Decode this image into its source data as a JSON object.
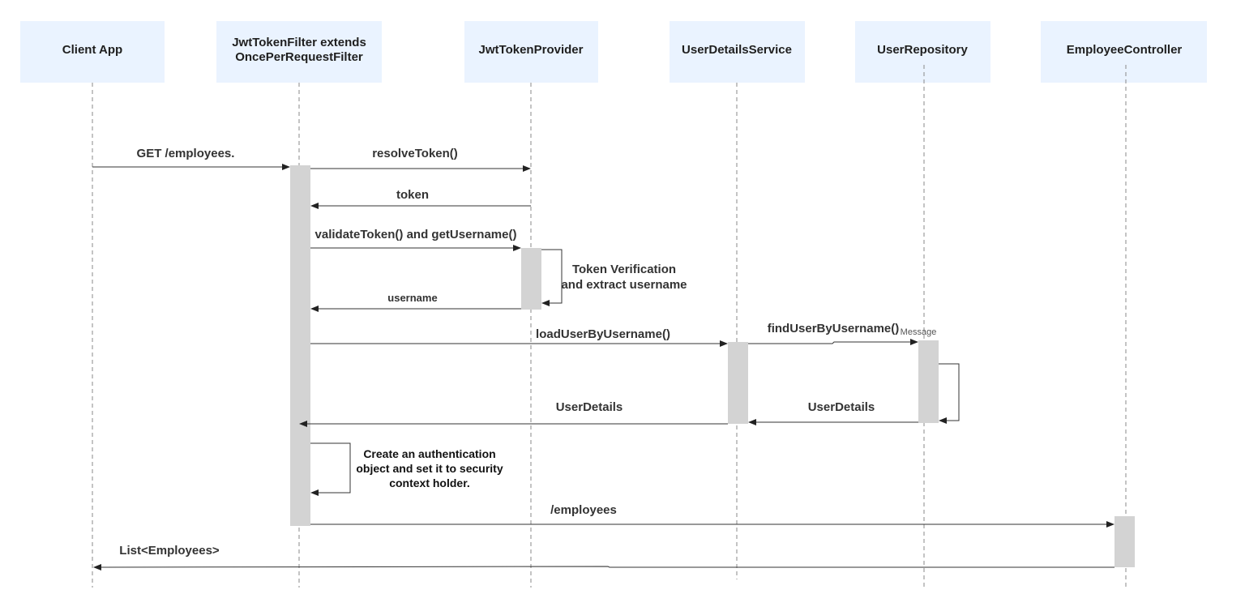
{
  "participants": [
    {
      "id": "client",
      "lines": [
        "Client App"
      ]
    },
    {
      "id": "filter",
      "lines": [
        "JwtTokenFilter extends",
        "OncePerRequestFilter"
      ]
    },
    {
      "id": "provider",
      "lines": [
        "JwtTokenProvider"
      ]
    },
    {
      "id": "uds",
      "lines": [
        "UserDetailsService"
      ]
    },
    {
      "id": "repo",
      "lines": [
        "UserRepository"
      ]
    },
    {
      "id": "controller",
      "lines": [
        "EmployeeController"
      ]
    }
  ],
  "messages": {
    "get_employees": "GET /employees.",
    "resolve_token": "resolveToken()",
    "token": "token",
    "validate_token": "validateToken() and getUsername()",
    "username": "username",
    "load_user": "loadUserByUsername()",
    "find_user": "findUserByUsername()",
    "find_user_tag": "Message",
    "user_details_from_repo": "UserDetails",
    "user_details_to_filter": "UserDetails",
    "employees_request": "/employees",
    "list_employees": "List<Employees>"
  },
  "notes": {
    "token_verification": [
      "Token Verification",
      "and extract username"
    ],
    "create_auth": [
      "Create an authentication",
      "object and set it to security",
      "context holder."
    ]
  },
  "colors": {
    "participant_fill": "#eaf3ff",
    "activation_fill": "#d3d3d3",
    "line": "#333333",
    "lifeline": "#8a8a8a"
  }
}
